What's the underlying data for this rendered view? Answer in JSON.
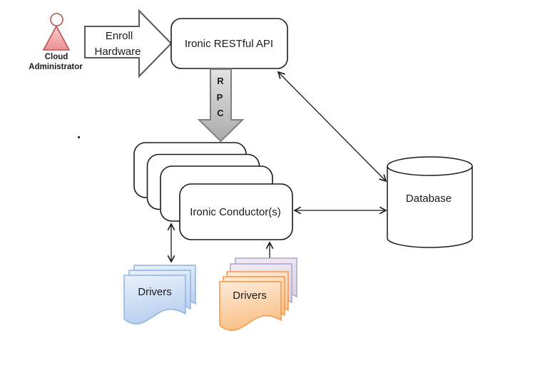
{
  "diagram": {
    "actor": {
      "name_line1": "Cloud",
      "name_line2": "Administrator"
    },
    "enroll": {
      "line1": "Enroll",
      "line2": "Hardware"
    },
    "api": {
      "label": "Ironic RESTful API"
    },
    "rpc": {
      "letter1": "R",
      "letter2": "P",
      "letter3": "C"
    },
    "conductors": {
      "label": "Ironic Conductor(s)",
      "stack_count": 4
    },
    "database": {
      "label": "Database"
    },
    "drivers_left": {
      "label": "Drivers",
      "stack_count": 3
    },
    "drivers_right": {
      "label": "Drivers",
      "stack_count": 5
    },
    "colors": {
      "line": "#1a1a1a",
      "enroll_border": "#595959",
      "actor_border": "#c0504d",
      "actor_fill_light": "#f8caca",
      "actor_fill_dark": "#ec9393",
      "rpc_border": "#7f7f7f",
      "rpc_fill_light": "#e3e3e3",
      "rpc_fill_dark": "#ababab",
      "blue_border": "#8db3e2",
      "blue_fill_light": "#eaf1fb",
      "blue_fill_dark": "#b9cfee",
      "orange_border": "#f79646",
      "orange_fill_light": "#fdebd9",
      "orange_fill_dark": "#fac189",
      "purple_border": "#b2a2c7",
      "purple_fill_light": "#efecf5",
      "purple_fill_dark": "#d8cfe5"
    }
  }
}
